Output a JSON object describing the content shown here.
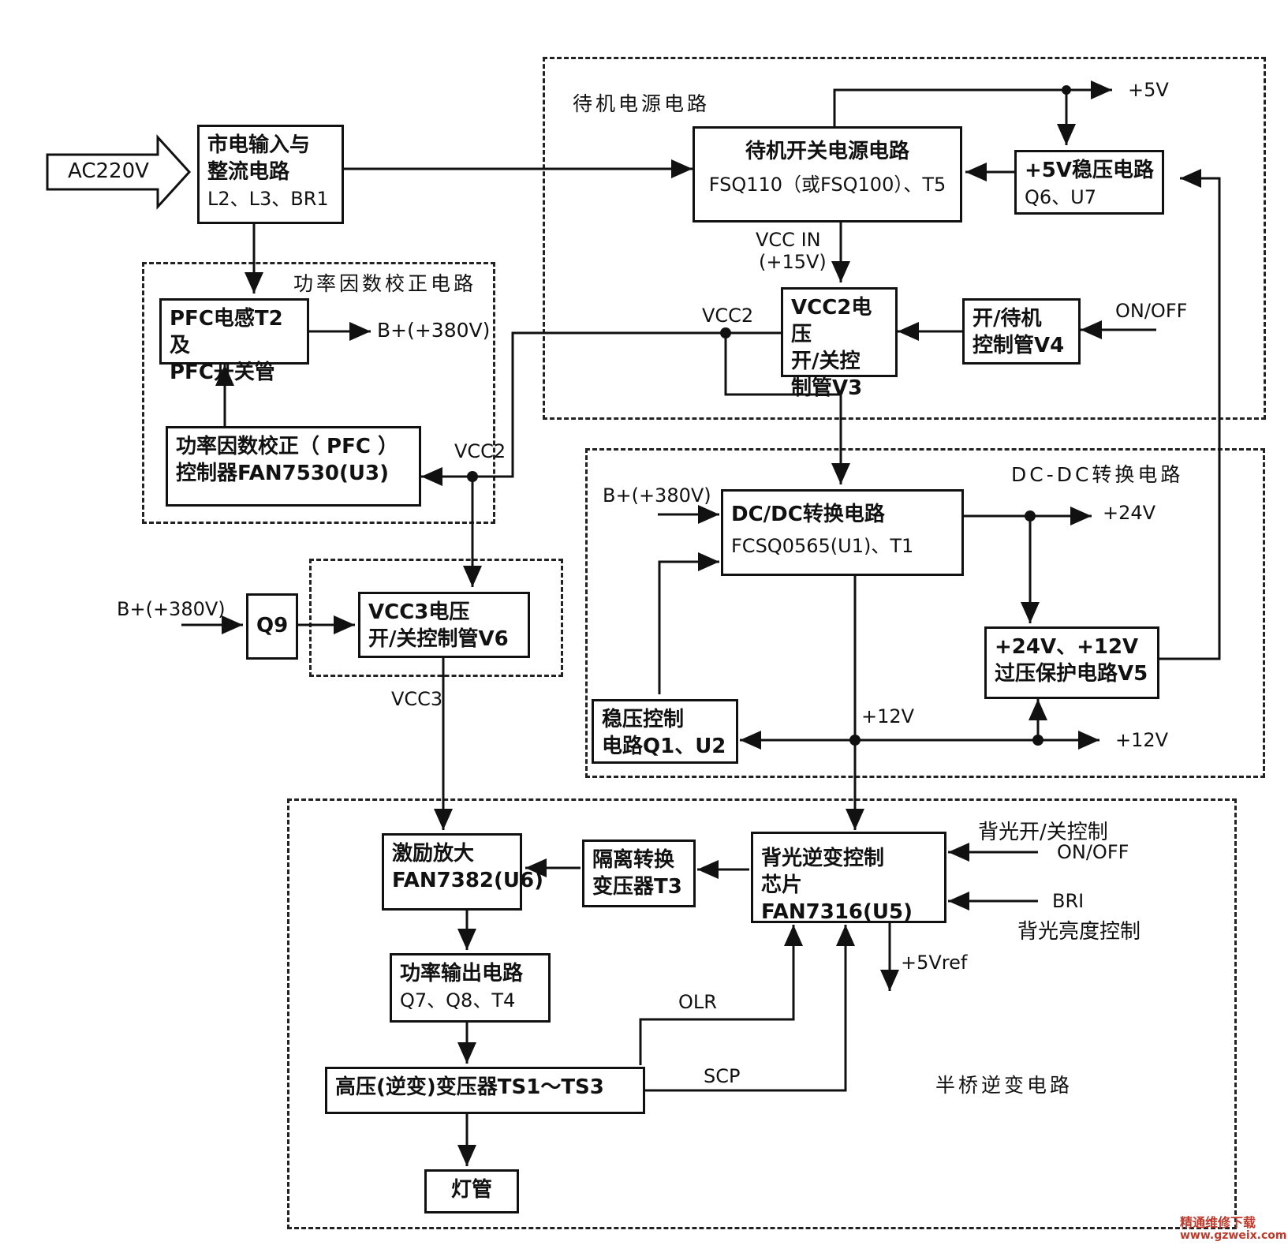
{
  "regions": {
    "standby": "待机电源电路",
    "pfc": "功率因数校正电路",
    "dcdc": "DC-DC转换电路",
    "halfbridge": "半桥逆变电路"
  },
  "blocks": {
    "mains": {
      "line1": "市电输入与",
      "line2": "整流电路",
      "line3": "L2、L3、BR1"
    },
    "pfc_inductor": {
      "line1": "PFC电感T2及",
      "line2": "PFC开关管"
    },
    "pfc_ctrl": {
      "line1": "功率因数校正（ PFC ）",
      "line2": "控制器FAN7530(U3)"
    },
    "standby_smps": {
      "line1": "待机开关电源电路",
      "line2": "FSQ110（或FSQ100）、T5"
    },
    "reg5v": {
      "line1": "+5V稳压电路",
      "line2": "Q6、U7"
    },
    "vcc2_switch": {
      "line1": "VCC2电压",
      "line2": "开/关控",
      "line3": "制管V3"
    },
    "onstandby": {
      "line1": "开/待机",
      "line2": "控制管V4"
    },
    "q9": {
      "line1": "Q9"
    },
    "vcc3_switch": {
      "line1": "VCC3电压",
      "line2": "开/关控制管V6"
    },
    "dcdc_conv": {
      "line1": "DC/DC转换电路",
      "line2": "FCSQ0565(U1)、T1"
    },
    "ovp": {
      "line1": "+24V、+12V",
      "line2": "过压保护电路V5"
    },
    "regctrl": {
      "line1": "稳压控制",
      "line2": "电路Q1、U2"
    },
    "driver": {
      "line1": "激励放大",
      "line2": "FAN7382(U6)"
    },
    "isolation": {
      "line1": "隔离转换",
      "line2": "变压器T3"
    },
    "backlight_ctrl": {
      "line1": "背光逆变控制",
      "line2": "芯片FAN7316(U5)"
    },
    "power_out": {
      "line1": "功率输出电路",
      "line2": "Q7、Q8、T4"
    },
    "hv_transformer": {
      "line1": "高压(逆变)变压器TS1～TS3"
    },
    "lamp": {
      "line1": "灯管"
    }
  },
  "signals": {
    "ac_input": "AC220V",
    "plus5v": "+5V",
    "vcc_in": "VCC IN",
    "plus15v": "(+15V)",
    "vcc2_top": "VCC2",
    "vcc2_left": "VCC2",
    "bplus_pfc": "B+(+380V)",
    "bplus_dcdc": "B+(+380V)",
    "bplus_q9": "B+(+380V)",
    "onoff": "ON/OFF",
    "plus24v": "+24V",
    "plus12v_mid": "+12V",
    "plus12v_right": "+12V",
    "vcc3": "VCC3",
    "bl_onoff_title": "背光开/关控制",
    "bl_onoff": "ON/OFF",
    "bri": "BRI",
    "bri_title": "背光亮度控制",
    "plus5vref": "+5Vref",
    "olr": "OLR",
    "scp": "SCP"
  },
  "watermark": {
    "brand": "精通维修下载",
    "url": "www.gzweix.com"
  }
}
